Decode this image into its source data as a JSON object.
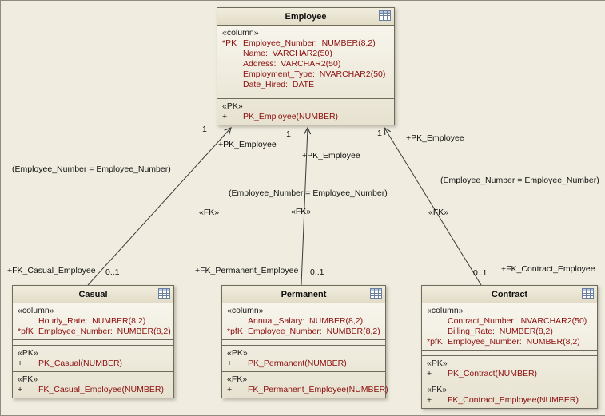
{
  "colors": {
    "canvas_background": "#F0EDE0",
    "entity_fill_top": "#FAF8F1",
    "entity_fill_bottom": "#E7E2D0",
    "entity_border": "#6E6A5C",
    "attribute_text": "#8C0F0F",
    "label_text": "#1B1B1B",
    "connector": "#3A3A3A"
  },
  "entities": {
    "employee": {
      "title": "Employee",
      "column_stereotype": "«column»",
      "columns": [
        {
          "prefix": "*PK",
          "text": "Employee_Number:  NUMBER(8,2)"
        },
        {
          "prefix": "",
          "text": "Name:  VARCHAR2(50)"
        },
        {
          "prefix": "",
          "text": "Address:  VARCHAR2(50)"
        },
        {
          "prefix": "",
          "text": "Employment_Type:  NVARCHAR2(50)"
        },
        {
          "prefix": "",
          "text": "Date_Hired:  DATE"
        }
      ],
      "pk_stereotype": "«PK»",
      "pk_items": [
        {
          "prefix": "+",
          "text": "PK_Employee(NUMBER)"
        }
      ]
    },
    "casual": {
      "title": "Casual",
      "column_stereotype": "«column»",
      "columns": [
        {
          "prefix": "",
          "text": "Hourly_Rate:  NUMBER(8,2)"
        },
        {
          "prefix": "*pfK",
          "text": "Employee_Number:  NUMBER(8,2)"
        }
      ],
      "pk_stereotype": "«PK»",
      "pk_items": [
        {
          "prefix": "+",
          "text": "PK_Casual(NUMBER)"
        }
      ],
      "fk_stereotype": "«FK»",
      "fk_items": [
        {
          "prefix": "+",
          "text": "FK_Casual_Employee(NUMBER)"
        }
      ]
    },
    "permanent": {
      "title": "Permanent",
      "column_stereotype": "«column»",
      "columns": [
        {
          "prefix": "",
          "text": "Annual_Salary:  NUMBER(8,2)"
        },
        {
          "prefix": "*pfK",
          "text": "Employee_Number:  NUMBER(8,2)"
        }
      ],
      "pk_stereotype": "«PK»",
      "pk_items": [
        {
          "prefix": "+",
          "text": "PK_Permanent(NUMBER)"
        }
      ],
      "fk_stereotype": "«FK»",
      "fk_items": [
        {
          "prefix": "+",
          "text": "FK_Permanent_Employee(NUMBER)"
        }
      ]
    },
    "contract": {
      "title": "Contract",
      "column_stereotype": "«column»",
      "columns": [
        {
          "prefix": "",
          "text": "Contract_Number:  NVARCHAR2(50)"
        },
        {
          "prefix": "",
          "text": "Billing_Rate:  NUMBER(8,2)"
        },
        {
          "prefix": "*pfK",
          "text": "Employee_Number:  NUMBER(8,2)"
        }
      ],
      "pk_stereotype": "«PK»",
      "pk_items": [
        {
          "prefix": "+",
          "text": "PK_Contract(NUMBER)"
        }
      ],
      "fk_stereotype": "«FK»",
      "fk_items": [
        {
          "prefix": "+",
          "text": "FK_Contract_Employee(NUMBER)"
        }
      ]
    }
  },
  "connectors": {
    "casual": {
      "target_mult": "1",
      "target_role": "+PK_Employee",
      "constraint": "(Employee_Number = Employee_Number)",
      "stereotype": "«FK»",
      "source_role": "+FK_Casual_Employee",
      "source_mult": "0..1"
    },
    "permanent": {
      "target_mult": "1",
      "target_role": "+PK_Employee",
      "constraint": "(Employee_Number = Employee_Number)",
      "stereotype": "«FK»",
      "source_role": "+FK_Permanent_Employee",
      "source_mult": "0..1"
    },
    "contract": {
      "target_mult": "1",
      "target_role": "+PK_Employee",
      "constraint": "(Employee_Number = Employee_Number)",
      "stereotype": "«FK»",
      "source_role": "+FK_Contract_Employee",
      "source_mult": "0..1"
    }
  }
}
